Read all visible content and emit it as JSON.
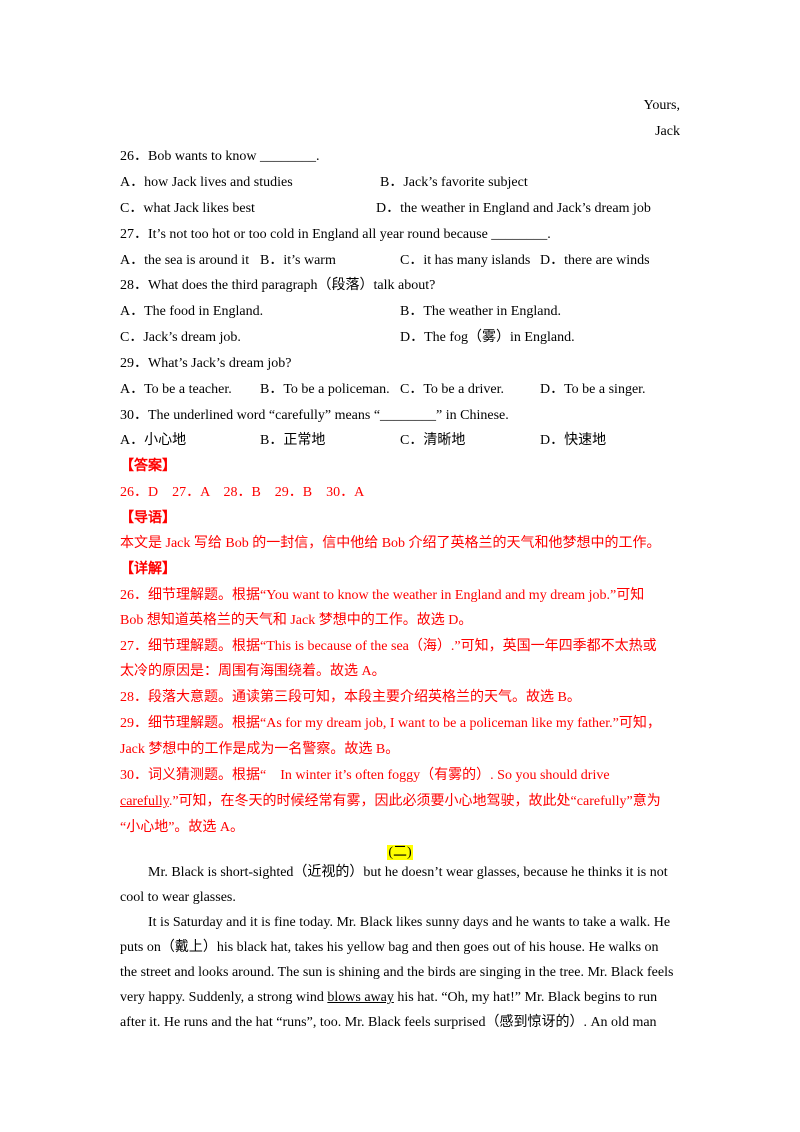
{
  "closing": {
    "yours": "Yours,",
    "name": "Jack"
  },
  "questions": [
    {
      "stem": "26．Bob wants to know ________.",
      "options": [
        "A．how Jack lives and studies",
        "B．Jack’s favorite subject",
        "C．what Jack likes best",
        "D．the weather in England and Jack’s dream job"
      ]
    },
    {
      "stem": "27．It’s not too hot or too cold in England all year round because ________.",
      "options": [
        "A．the sea is around it",
        "B．it’s warm",
        "C．it has many islands",
        "D．there are winds"
      ]
    },
    {
      "stem": "28．What does the third paragraph（段落）talk about?",
      "options": [
        "A．The food in England.",
        "B．The weather in England.",
        "C．Jack’s dream job.",
        "D．The fog（雾）in England."
      ]
    },
    {
      "stem": "29．What’s Jack’s dream job?",
      "options": [
        "A．To be a teacher.",
        "B．To be a policeman.",
        "C．To be a driver.",
        "D．To be a singer."
      ]
    },
    {
      "stem": "30．The underlined word “carefully” means “________” in Chinese.",
      "options": [
        "A．小心地",
        "B．正常地",
        "C．清晰地",
        "D．快速地"
      ]
    }
  ],
  "answer_header": "【答案】",
  "answers": "26．D　27．A　28．B　29．B　30．A",
  "guide_header": "【导语】",
  "guide_text": "本文是 Jack 写给 Bob 的一封信，信中他给 Bob 介绍了英格兰的天气和他梦想中的工作。",
  "detail_header": "【详解】",
  "details": {
    "d26_1": "26．细节理解题。根据“You want to know the weather in England and my dream job.”可知",
    "d26_2": "Bob 想知道英格兰的天气和 Jack 梦想中的工作。故选 D。",
    "d27_1": "27．细节理解题。根据“This is because of the sea（海）.”可知，英国一年四季都不太热或",
    "d27_2": "太冷的原因是：周围有海围绕着。故选 A。",
    "d28": "28．段落大意题。通读第三段可知，本段主要介绍英格兰的天气。故选 B。",
    "d29_1": "29．细节理解题。根据“As for my dream job, I want to be a policeman like my father.”可知，",
    "d29_2": "Jack 梦想中的工作是成为一名警察。故选 B。",
    "d30_1": "30．词义猜测题。根据“　In winter it’s often foggy（有雾的）. So you should drive",
    "d30_2_u": "carefully",
    "d30_2_rest": ".”可知，在冬天的时候经常有雾，因此必须要小心地驾驶，故此处“carefully”意为",
    "d30_3": "“小心地”。故选 A。"
  },
  "section_title": "(二)",
  "passage": {
    "p1_1": "Mr. Black is short-sighted（近视的）but he doesn’t wear glasses, because he thinks it is not",
    "p1_2": "cool to wear glasses.",
    "p2_1": "It is Saturday and it is fine today. Mr. Black likes sunny days and he wants to take a walk. He",
    "p2_2": "puts on（戴上）his black hat, takes his yellow bag and then goes out of his house. He walks on",
    "p2_3": "the street and looks around. The sun is shining and the birds are singing in the tree. Mr. Black feels",
    "p2_4a": "very happy. Suddenly, a strong wind ",
    "p2_4u": "blows away",
    "p2_4b": " his hat. “Oh, my hat!” Mr. Black begins to run",
    "p2_5": "after it. He runs and the hat “runs”, too. Mr. Black feels surprised（感到惊讶的）. An old man"
  }
}
